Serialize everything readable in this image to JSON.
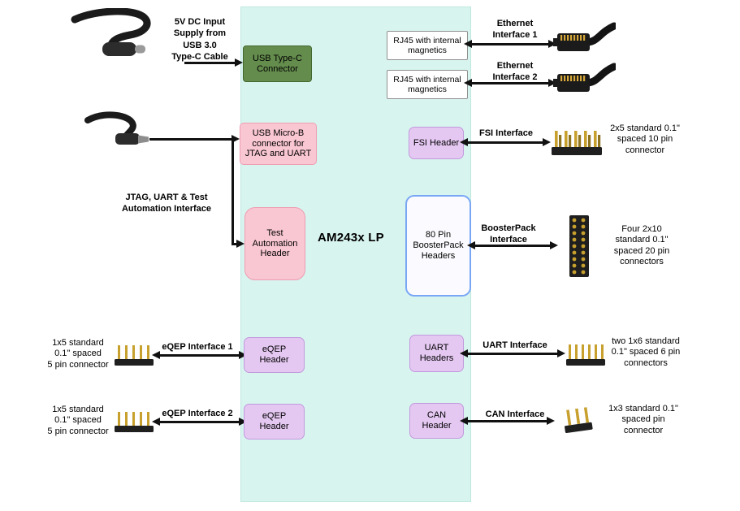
{
  "colors": {
    "board_bg": "#d8f4ef",
    "green_box": "#648c4d",
    "pink_box": "#f9c7d2",
    "lavender_box": "#e5c8f2",
    "boosterpack_border": "#7aa7f5",
    "arrow": "#111111",
    "pin_gold": "#c7a02e"
  },
  "board": {
    "title": "AM243x LP",
    "boxes": {
      "usb_type_c": "USB Type-C\nConnector",
      "usb_micro_b": "USB Micro-B\nconnector for\nJTAG and UART",
      "test_automation": "Test\nAutomation\nHeader",
      "eqep_header_1": "eQEP\nHeader",
      "eqep_header_2": "eQEP\nHeader",
      "rj45_1": "RJ45 with internal\nmagnetics",
      "rj45_2": "RJ45 with internal\nmagnetics",
      "fsi_header": "FSI Header",
      "boosterpack": "80 Pin\nBoosterPack\nHeaders",
      "uart_headers": "UART\nHeaders",
      "can_header": "CAN\nHeader"
    }
  },
  "left": {
    "power_supply_label": "5V DC Input\nSupply from\nUSB 3.0\nType-C Cable",
    "jtag_label": "JTAG, UART & Test\nAutomation Interface",
    "eqep1_interface": "eQEP Interface 1",
    "eqep1_connector": "1x5 standard\n0.1\" spaced\n5 pin connector",
    "eqep2_interface": "eQEP Interface 2",
    "eqep2_connector": "1x5 standard\n0.1\" spaced\n5 pin connector"
  },
  "right": {
    "ethernet1_interface": "Ethernet\nInterface 1",
    "ethernet2_interface": "Ethernet\nInterface 2",
    "fsi_interface": "FSI Interface",
    "fsi_connector": "2x5 standard 0.1\"\nspaced 10 pin\nconnector",
    "boosterpack_interface": "BoosterPack\nInterface",
    "boosterpack_connector": "Four 2x10\nstandard 0.1\"\nspaced 20 pin\nconnectors",
    "uart_interface": "UART Interface",
    "uart_connector": "two 1x6 standard\n0.1\" spaced 6 pin\nconnectors",
    "can_interface": "CAN Interface",
    "can_connector": "1x3 standard 0.1\"\nspaced pin\nconnector"
  },
  "icons": {
    "usb_type_c_cable": "usb-type-c-cable-icon",
    "usb_micro_cable": "usb-micro-b-cable-icon",
    "ethernet_cable": "ethernet-cable-icon",
    "fsi_pin_header": "2x5-pin-header-icon",
    "boosterpack_pin_header": "2x10-pin-header-icon",
    "uart_pin_header": "1x6-pin-header-icon",
    "can_pin_header": "1x3-pin-header-icon",
    "eqep_pin_header": "1x5-pin-header-icon"
  }
}
